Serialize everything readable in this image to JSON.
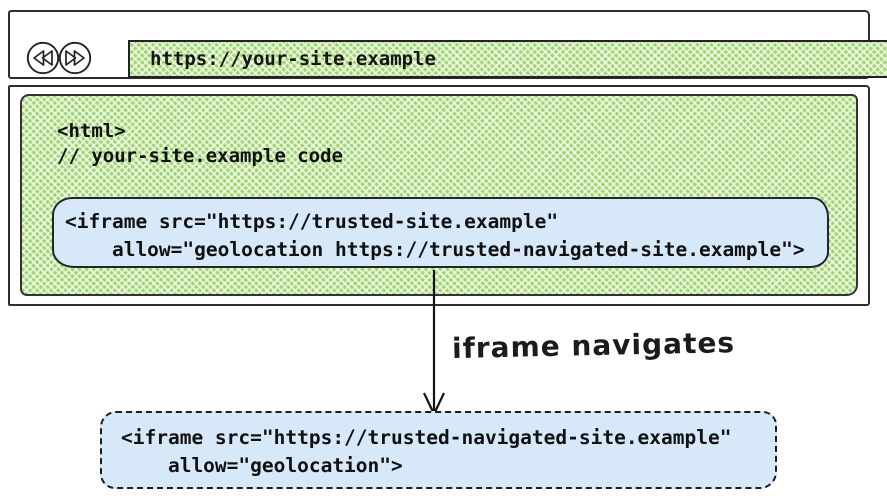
{
  "browser": {
    "url": "https://your-site.example"
  },
  "page_code": {
    "line1": "<html>",
    "line2": "// your-site.example code"
  },
  "iframe_embed": {
    "line1": "<iframe src=\"https://trusted-site.example\"",
    "line2": "    allow=\"geolocation https://trusted-navigated-site.example\">"
  },
  "arrow_label": "iframe navigates",
  "iframe_navigated": {
    "line1": "<iframe src=\"https://trusted-navigated-site.example\"",
    "line2": "    allow=\"geolocation\">"
  },
  "icons": {
    "back": "rewind-double-left-arrow-icon",
    "forward": "fast-forward-double-right-arrow-icon",
    "arrow": "down-arrow"
  },
  "colors": {
    "green_hatch": "#b5e18c",
    "blue_fill": "#d7e8f9",
    "stroke": "#2e2e2e"
  }
}
